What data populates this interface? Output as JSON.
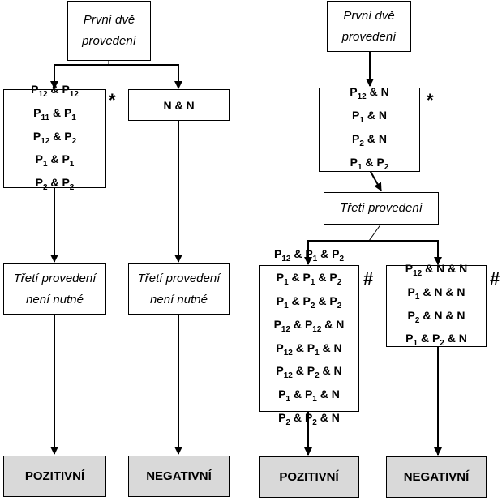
{
  "left": {
    "top": "První dvě provedení",
    "box_a": [
      "P12 & P12",
      "P11 & P1",
      "P12 & P2",
      "P1 & P1",
      "P2 & P2"
    ],
    "box_a_mark": "*",
    "box_b": "N & N",
    "third_a": "Třetí provedení není nutné",
    "third_b": "Třetí provedení není nutné",
    "result_a": "POZITIVNÍ",
    "result_b": "NEGATIVNÍ"
  },
  "right": {
    "top": "První dvě provedení",
    "box": [
      "P12 & N",
      "P1 & N",
      "P2 & N",
      "P1 & P2"
    ],
    "box_mark": "*",
    "third": "Třetí provedení",
    "box_pos": [
      "P12 & P1 & P2",
      "P1 & P1 & P2",
      "P1 & P2 & P2",
      "P12 & P12 & N",
      "P12 & P1 & N",
      "P12 & P2 & N",
      "P1 & P1 & N",
      "P2 & P2 & N"
    ],
    "box_pos_mark": "#",
    "box_neg": [
      "P12 & N & N",
      "P1 & N & N",
      "P2 & N & N",
      "P1 & P2 & N"
    ],
    "box_neg_mark": "#",
    "result_a": "POZITIVNÍ",
    "result_b": "NEGATIVNÍ"
  }
}
